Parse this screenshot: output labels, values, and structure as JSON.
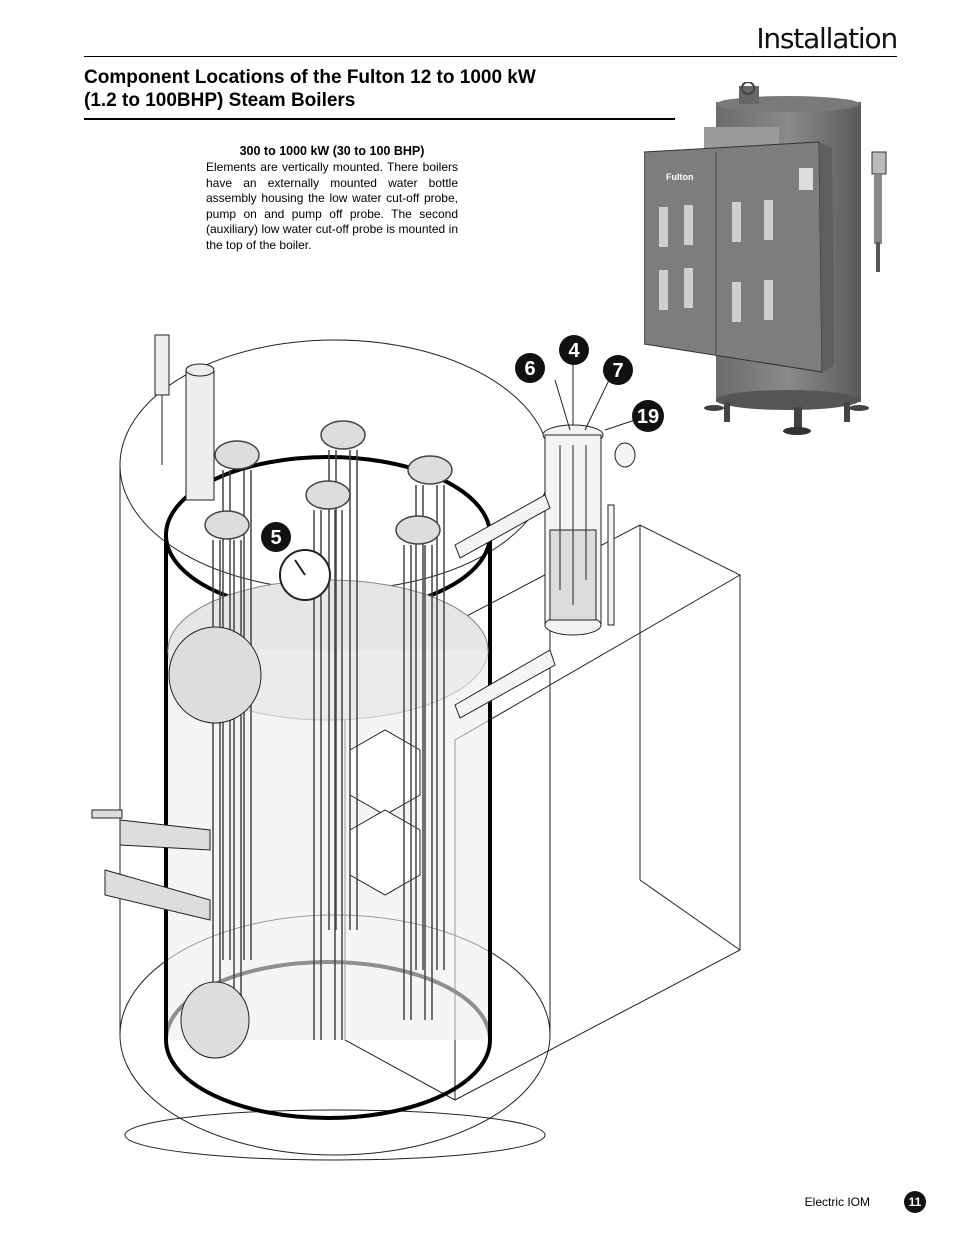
{
  "header": {
    "section": "Installation"
  },
  "title": {
    "line1": "Component Locations of the Fulton 12 to 1000 kW",
    "line2": "(1.2 to 100BHP) Steam Boilers"
  },
  "description": {
    "subheading": "300 to 1000 kW (30 to 100 BHP)",
    "body": "Elements are vertically mounted. There boilers have an externally mounted water bottle assembly housing the low water cut-off probe, pump on and pump off probe. The second (auxiliary) low water cut-off probe is mounted in the top of the boiler."
  },
  "photo": {
    "brand": "Fulton"
  },
  "callouts": [
    "6",
    "4",
    "7",
    "19",
    "5"
  ],
  "footer": {
    "doc": "Electric IOM",
    "page": "11"
  }
}
